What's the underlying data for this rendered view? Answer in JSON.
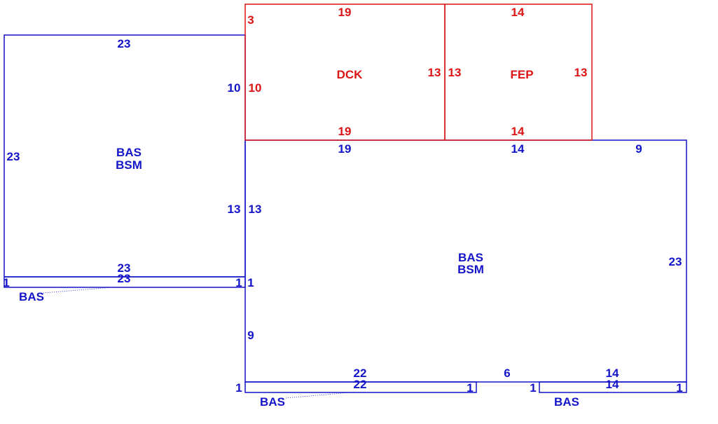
{
  "colors": {
    "main": "#1414c8",
    "deck": "#dc1414",
    "background": "#ffffff"
  },
  "areas": {
    "left_main": {
      "code1": "BAS",
      "code2": "BSM"
    },
    "right_main": {
      "code1": "BAS",
      "code2": "BSM"
    },
    "deck": {
      "code": "DCK"
    },
    "porch": {
      "code": "FEP"
    },
    "strip_left": {
      "code": "BAS"
    },
    "strip_mid": {
      "code": "BAS"
    },
    "strip_right": {
      "code": "BAS"
    }
  },
  "dims": {
    "left_top": "23",
    "left_left": "23",
    "left_right": "10",
    "left_right2": "13",
    "left_bottom": "23",
    "strip_left_top": "23",
    "strip_left_l": "1",
    "strip_left_r": "1",
    "deck_top": "19",
    "deck_left_a": "3",
    "deck_left_b": "10",
    "deck_right": "13",
    "deck_bottom": "19",
    "porch_top": "14",
    "porch_left": "13",
    "porch_right": "13",
    "porch_bottom": "14",
    "right_top_a": "19",
    "right_top_b": "14",
    "right_top_c": "9",
    "right_left_a": "13",
    "right_left_b": "1",
    "right_left_c": "9",
    "right_right": "23",
    "right_bottom_a": "22",
    "right_bottom_b": "6",
    "right_bottom_c": "14",
    "strip_mid_top": "22",
    "strip_mid_l": "1",
    "strip_mid_r": "1",
    "strip_right_top": "14",
    "strip_right_l": "1",
    "strip_right_r": "1"
  }
}
